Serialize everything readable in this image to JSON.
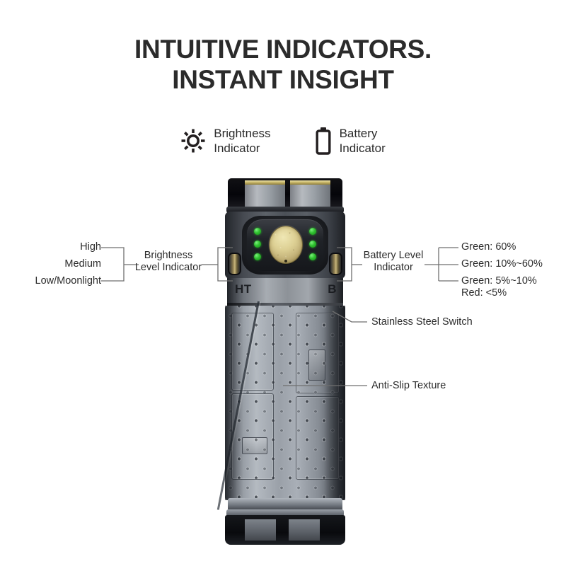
{
  "title": {
    "line1": "INTUITIVE INDICATORS.",
    "line2": "INSTANT INSIGHT"
  },
  "legend": [
    {
      "icon": "brightness-sun-icon",
      "line1": "Brightness",
      "line2": "Indicator"
    },
    {
      "icon": "battery-icon",
      "line1": "Battery",
      "line2": "Indicator"
    }
  ],
  "brightness_levels": {
    "group_label_line1": "Brightness",
    "group_label_line2": "Level Indicator",
    "items": [
      "High",
      "Medium",
      "Low/Moonlight"
    ]
  },
  "battery_levels": {
    "group_label_line1": "Battery Level",
    "group_label_line2": "Indicator",
    "items": [
      {
        "line1": "Green:  60%",
        "line2": ""
      },
      {
        "line1": "Green: 10%~60%",
        "line2": ""
      },
      {
        "line1": "Green: 5%~10%",
        "line2": "Red: <5%"
      }
    ]
  },
  "callouts": [
    {
      "label": "Stainless Steel Switch"
    },
    {
      "label": "Anti-Slip Texture"
    }
  ],
  "product": {
    "brand_text_left": "HT",
    "brand_text_right": "B",
    "indicator_leds_per_side": 3,
    "led_color": "#2fc02f",
    "switch_color": "#ddd094",
    "body_color": "#9aa0a8",
    "bezel_color": "#0b0c10"
  },
  "colors": {
    "title": "#2b2b2b",
    "text": "#2b2b2b",
    "line": "#6f6f6f",
    "background": "#ffffff"
  }
}
